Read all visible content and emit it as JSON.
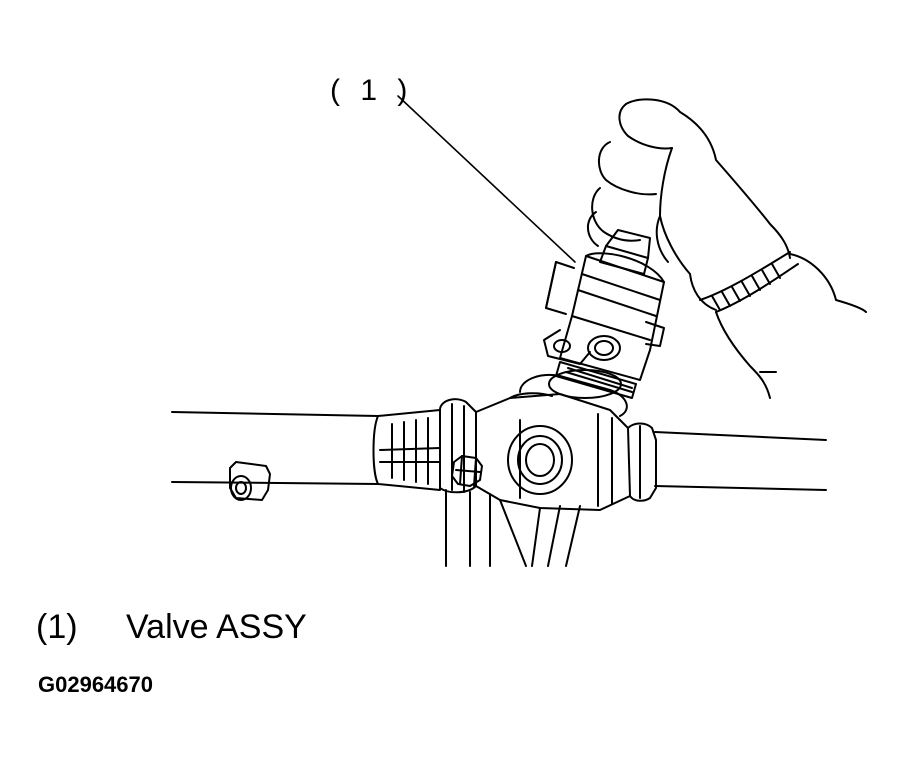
{
  "figure": {
    "callout_label": "( 1 )",
    "legend": [
      {
        "ref": "(1)",
        "text": "Valve ASSY"
      }
    ],
    "figure_code": "G02964670"
  },
  "colors": {
    "line": "#000000",
    "background": "#ffffff"
  }
}
